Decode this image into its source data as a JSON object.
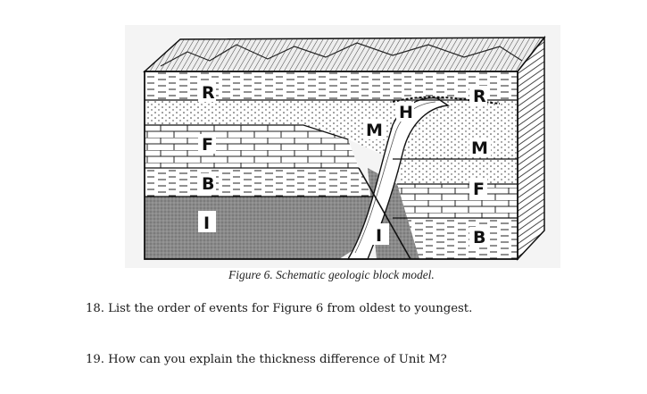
{
  "figure": {
    "labels": {
      "R_left": "R",
      "F_left": "F",
      "B_left": "B",
      "I_left": "I",
      "H_top": "H",
      "M_center": "M",
      "I_center": "I",
      "R_right": "R",
      "M_right": "M",
      "F_right": "F",
      "B_right": "B"
    }
  },
  "caption": "Figure 6.  Schematic geologic block model.",
  "questions": [
    "18. List the order of events for Figure 6 from oldest to youngest.",
    "19. How can you explain the thickness difference of Unit M?"
  ]
}
